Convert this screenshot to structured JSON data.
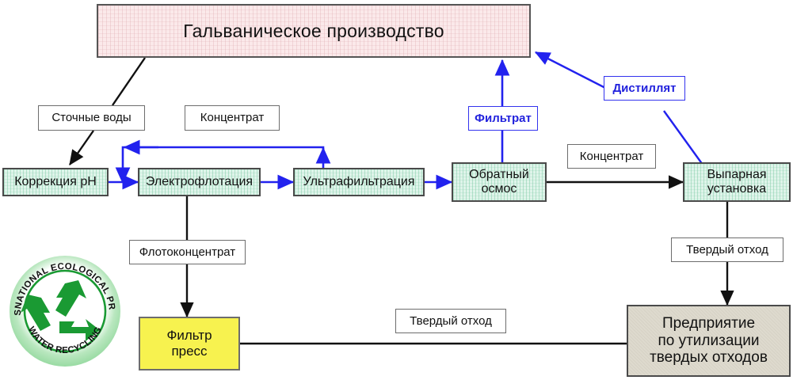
{
  "diagram": {
    "title_block": {
      "label": "Гальваническое производство"
    },
    "process_blocks": [
      {
        "id": "ph",
        "label": "Коррекция pH"
      },
      {
        "id": "electroflotation",
        "label": "Электрофлотация"
      },
      {
        "id": "ultrafiltration",
        "label": "Ультрафильтрация"
      },
      {
        "id": "reverse_osmosis",
        "label_line1": "Обратный",
        "label_line2": "осмос"
      },
      {
        "id": "evaporator",
        "label_line1": "Выпарная",
        "label_line2": "установка"
      }
    ],
    "stream_labels": [
      {
        "id": "wastewater",
        "label": "Сточные воды",
        "color": "black"
      },
      {
        "id": "concentrate_top",
        "label": "Концентрат",
        "color": "black"
      },
      {
        "id": "filtrate",
        "label": "Фильтрат",
        "color": "blue"
      },
      {
        "id": "distillate",
        "label": "Дистиллят",
        "color": "blue"
      },
      {
        "id": "concentrate_right",
        "label": "Концентрат",
        "color": "black"
      },
      {
        "id": "flotoconcentrate",
        "label": "Флотоконцентрат",
        "color": "black"
      },
      {
        "id": "solid_waste_right",
        "label": "Твердый отход",
        "color": "black"
      },
      {
        "id": "solid_waste_bottom",
        "label": "Твердый отход",
        "color": "black"
      }
    ],
    "filter_press": {
      "label_line1": "Фильтр",
      "label_line2": "пресс"
    },
    "disposal": {
      "label_line1": "Предприятие",
      "label_line2": "по утилизации",
      "label_line3": "твердых отходов"
    },
    "logo": {
      "top_arc_text": "TRANSNATIONAL ECOLOGICAL PROJECT",
      "bottom_arc_text": "WATER RECYCLING",
      "symbol": "recycling-icon",
      "color": "#1a9a33"
    },
    "colors": {
      "title_fill": "#fbe9ea",
      "process_fill": "#dff4ea",
      "press_fill": "#f7f24f",
      "disposal_fill": "#dedace",
      "blue_flow": "#2222ee",
      "black_flow": "#111111",
      "logo_green": "#1a9a33"
    }
  }
}
